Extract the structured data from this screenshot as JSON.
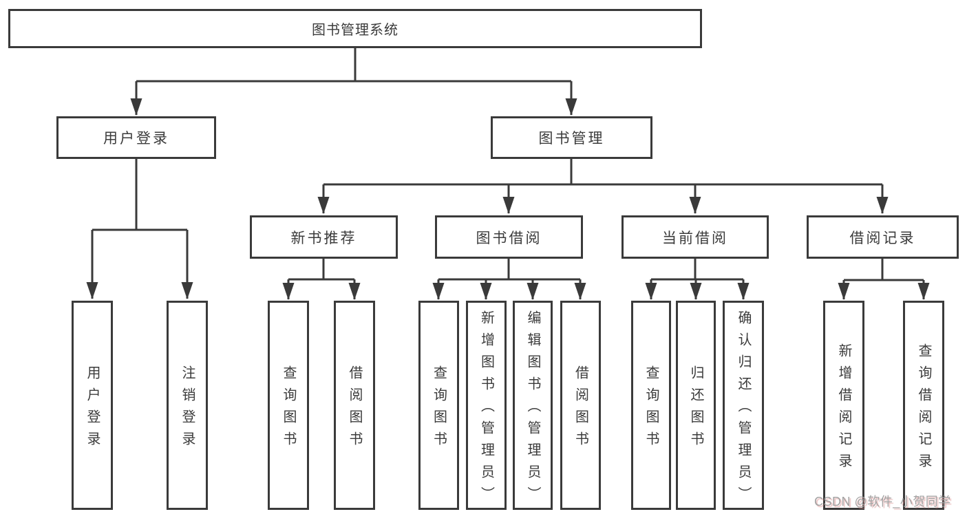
{
  "tree": {
    "root": {
      "label": "图书管理系统",
      "children": [
        {
          "label": "用户登录",
          "children": [
            {
              "label": "用户登录"
            },
            {
              "label": "注销登录"
            }
          ]
        },
        {
          "label": "图书管理",
          "children": [
            {
              "label": "新书推荐",
              "children": [
                {
                  "label": "查询图书"
                },
                {
                  "label": "借阅图书"
                }
              ]
            },
            {
              "label": "图书借阅",
              "children": [
                {
                  "label": "查询图书"
                },
                {
                  "label": "新增图书（管理员）"
                },
                {
                  "label": "编辑图书（管理员）"
                },
                {
                  "label": "借阅图书"
                }
              ]
            },
            {
              "label": "当前借阅",
              "children": [
                {
                  "label": "查询图书"
                },
                {
                  "label": "归还图书"
                },
                {
                  "label": "确认归还（管理员）"
                }
              ]
            },
            {
              "label": "借阅记录",
              "children": [
                {
                  "label": "新增借阅记录"
                },
                {
                  "label": "查询借阅记录"
                }
              ]
            }
          ]
        }
      ]
    }
  },
  "watermark": {
    "text": "CSDN @软件_小贺同学"
  },
  "colors": {
    "line": "#3a3a3a",
    "text": "#3b3b3b",
    "background": "#ffffff",
    "watermark": "#a3a3a3"
  }
}
